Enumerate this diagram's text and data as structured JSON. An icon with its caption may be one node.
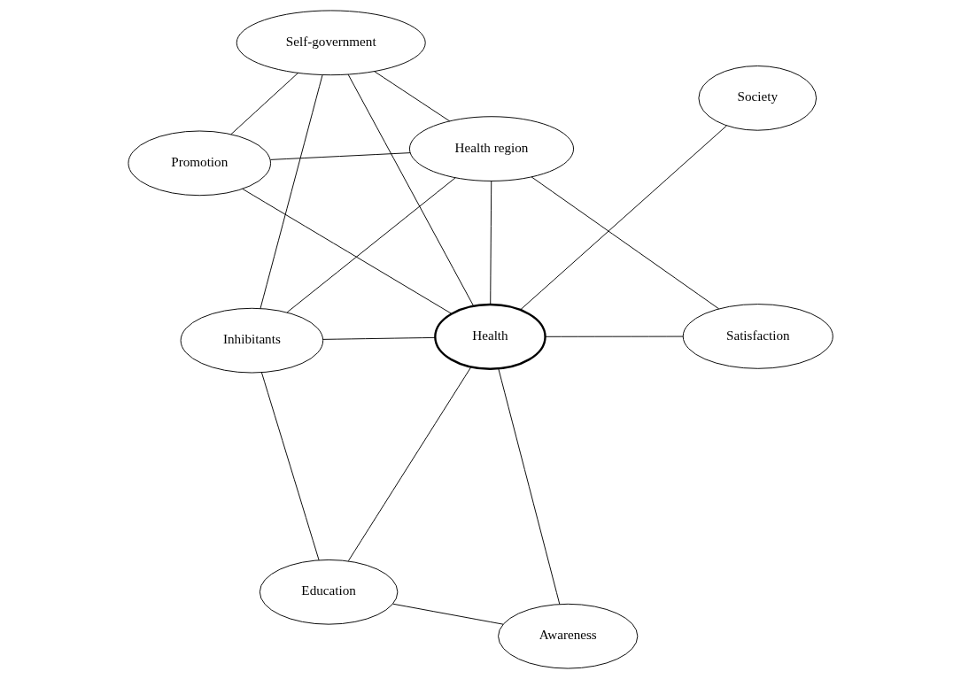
{
  "diagram": {
    "nodes": [
      {
        "text": [
          "Satisfaction"
        ]
      },
      {
        "text": [
          "Awareness"
        ]
      },
      {
        "text": [
          "Health region"
        ]
      },
      {
        "text": [
          "Health"
        ]
      },
      {
        "text": [
          "Society"
        ]
      },
      {
        "text": [
          "Education"
        ]
      },
      {
        "text": [
          "Self-government"
        ]
      },
      {
        "text": [
          "Inhibitants"
        ]
      },
      {
        "text": [
          "Promotion"
        ]
      }
    ],
    "edges": [
      {
        "from": 0,
        "to": 2,
        "arrow": "none"
      },
      {
        "from": 0,
        "to": 3,
        "arrow": "none"
      },
      {
        "from": 1,
        "to": 3,
        "arrow": "none"
      },
      {
        "from": 1,
        "to": 5,
        "arrow": "none"
      },
      {
        "from": 2,
        "to": 3,
        "arrow": "none"
      },
      {
        "from": 2,
        "to": 7,
        "arrow": "none"
      },
      {
        "from": 2,
        "to": 8,
        "arrow": "none"
      },
      {
        "from": 2,
        "to": 6,
        "arrow": "none"
      },
      {
        "from": 3,
        "to": 4,
        "arrow": "none"
      },
      {
        "from": 3,
        "to": 5,
        "arrow": "none"
      },
      {
        "from": 3,
        "to": 7,
        "arrow": "none"
      },
      {
        "from": 3,
        "to": 8,
        "arrow": "none"
      },
      {
        "from": 3,
        "to": 6,
        "arrow": "none"
      },
      {
        "from": 5,
        "to": 7,
        "arrow": "none"
      },
      {
        "from": 7,
        "to": 6,
        "arrow": "none"
      },
      {
        "from": 8,
        "to": 6,
        "arrow": "none"
      }
    ]
  }
}
